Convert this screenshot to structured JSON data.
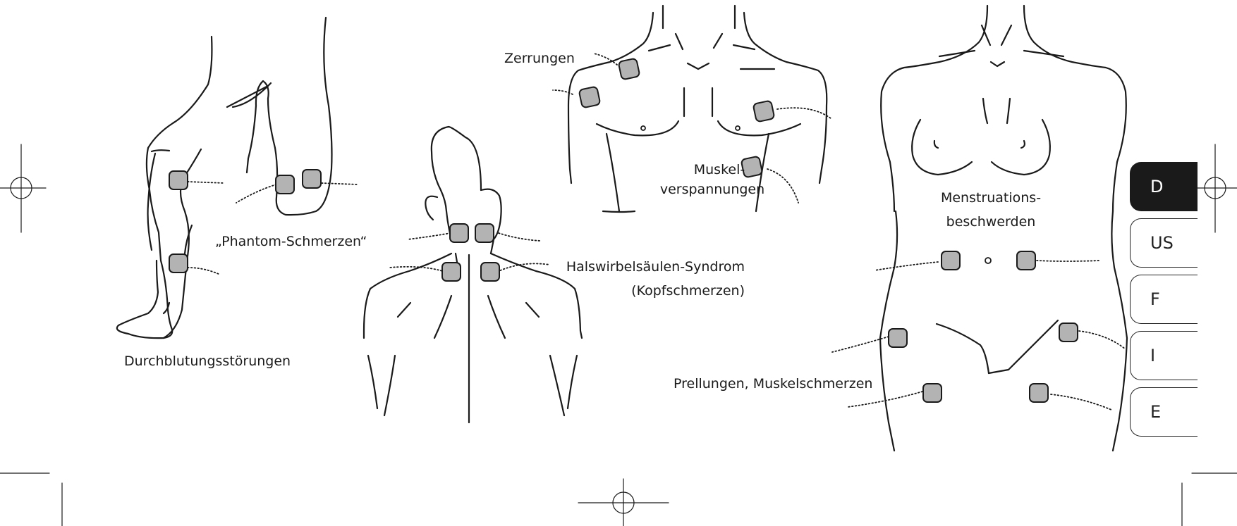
{
  "labels": {
    "zerrungen": "Zerrungen",
    "muskel_1": "Muskel-",
    "muskel_2": "verspannungen",
    "phantom": "„Phantom-Schmerzen“",
    "durchblutung": "Durchblutungsstörungen",
    "hws_1": "Halswirbelsäulen-Syndrom",
    "hws_2": "(Kopfschmerzen)",
    "mens_1": "Menstruations-",
    "mens_2": "beschwerden",
    "prellungen": "Prellungen, Muskelschmerzen"
  },
  "language_tabs": [
    {
      "label": "D",
      "active": true
    },
    {
      "label": "US",
      "active": false
    },
    {
      "label": "F",
      "active": false
    },
    {
      "label": "I",
      "active": false
    },
    {
      "label": "E",
      "active": false
    }
  ],
  "colors": {
    "line": "#1a1a1a",
    "electrode_fill": "#b3b3b3",
    "active_tab": "#1a1a1a"
  }
}
